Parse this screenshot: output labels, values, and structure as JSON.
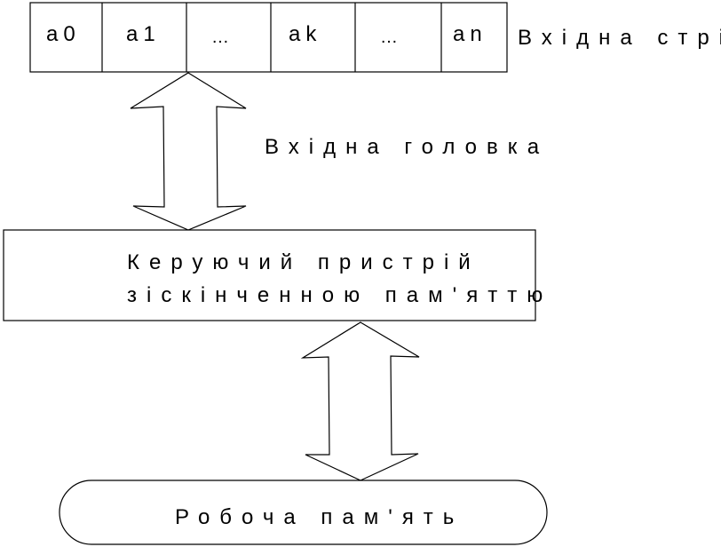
{
  "tape": {
    "label": "Вхідна стрічка",
    "cells": [
      "a0",
      "a1",
      "…",
      "ak",
      "…",
      "an"
    ]
  },
  "head": {
    "label": "Вхідна головка"
  },
  "control": {
    "line1": "Керуючий пристрій",
    "line2": "зіскінченною пам'яттю"
  },
  "memory": {
    "label": "Робоча пам'ять"
  },
  "colors": {
    "stroke": "#000000",
    "background": "#ffffff"
  }
}
